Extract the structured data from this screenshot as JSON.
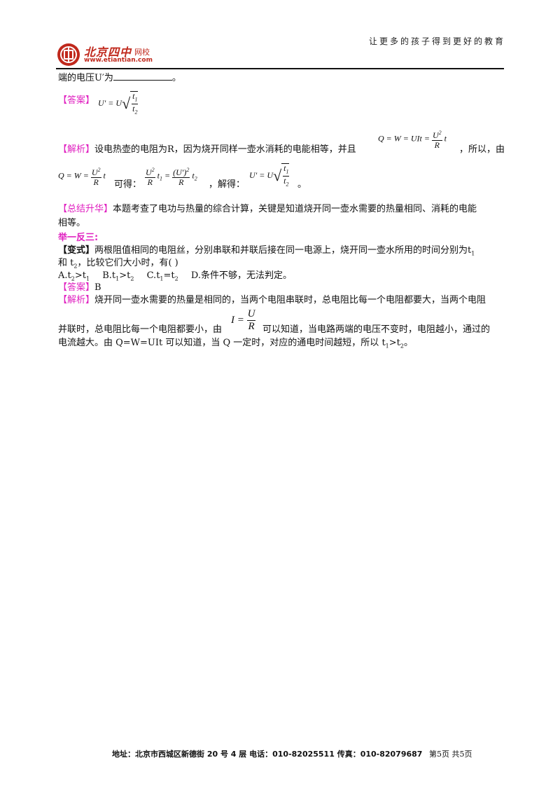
{
  "header": {
    "slogan": "让更多的孩子得到更好的教育",
    "logo_cn": "北京四中",
    "logo_net": "网校",
    "logo_url": "www.etiantian.com"
  },
  "q_tail": {
    "text": "端的电压U′为",
    "end": "。"
  },
  "answer1": {
    "tag": "【答案】"
  },
  "explain1": {
    "tag": "【解析】",
    "line1": "设电热壶的电阻为R，因为烧开同样一壶水消耗的电能相等，并且",
    "line1_end": "，所以，由",
    "get_text": "可得：",
    "solve_text": "，解得：",
    "end": "。"
  },
  "summary": {
    "tag": "【总结升华】",
    "line1": "本题考查了电功与热量的综合计算，关键是知道烧开同一壶水需要的热量相同、消耗的电能",
    "line2": "相等。"
  },
  "variant_heading": "举一反三:",
  "variant": {
    "tag": "【变式】",
    "line1": "两根阻值相同的电阻丝，分别串联和并联后接在同一电源上，烧开同一壶水所用的时间分别为t",
    "line1_sub": "1",
    "line2_a": "和 t",
    "line2_sub": "2",
    "line2_b": "，比较它们大小时，有(     )",
    "options": [
      {
        "a": "A.t",
        "s1": "2",
        "op": ">t",
        "s2": "1"
      },
      {
        "a": "B.t",
        "s1": "1",
        "op": ">t",
        "s2": "2"
      },
      {
        "a": "C.t",
        "s1": "1",
        "op": "=t",
        "s2": "2"
      }
    ],
    "option_d": "D.条件不够，无法判定。"
  },
  "answer2": {
    "tag": "【答案】",
    "value": "B"
  },
  "explain2": {
    "tag": "【解析】",
    "line1": "烧开同一壶水需要的热量是相同的，当两个电阻串联时，总电阻比每一个电阻都要大，当两个电阻",
    "line2_a": "并联时，总电阻比每一个电阻都要小，由",
    "line2_b": "可以知道，当电路两端的电压不变时，电阻越小，通过的",
    "line3_a": "电流越大。由 Q=W=UIt 可以知道，当 Q 一定时，对应的通电时间越短，所以 t",
    "line3_s1": "1",
    "line3_op": ">t",
    "line3_s2": "2",
    "line3_end": "。"
  },
  "footer": {
    "address": "地址：北京市西城区新德街 20 号 4 层 电话：010-82025511 传真：010-82079687",
    "page": "第5页 共5页"
  },
  "colors": {
    "tag": "#e020c0",
    "logo_red": "#c0281c"
  }
}
